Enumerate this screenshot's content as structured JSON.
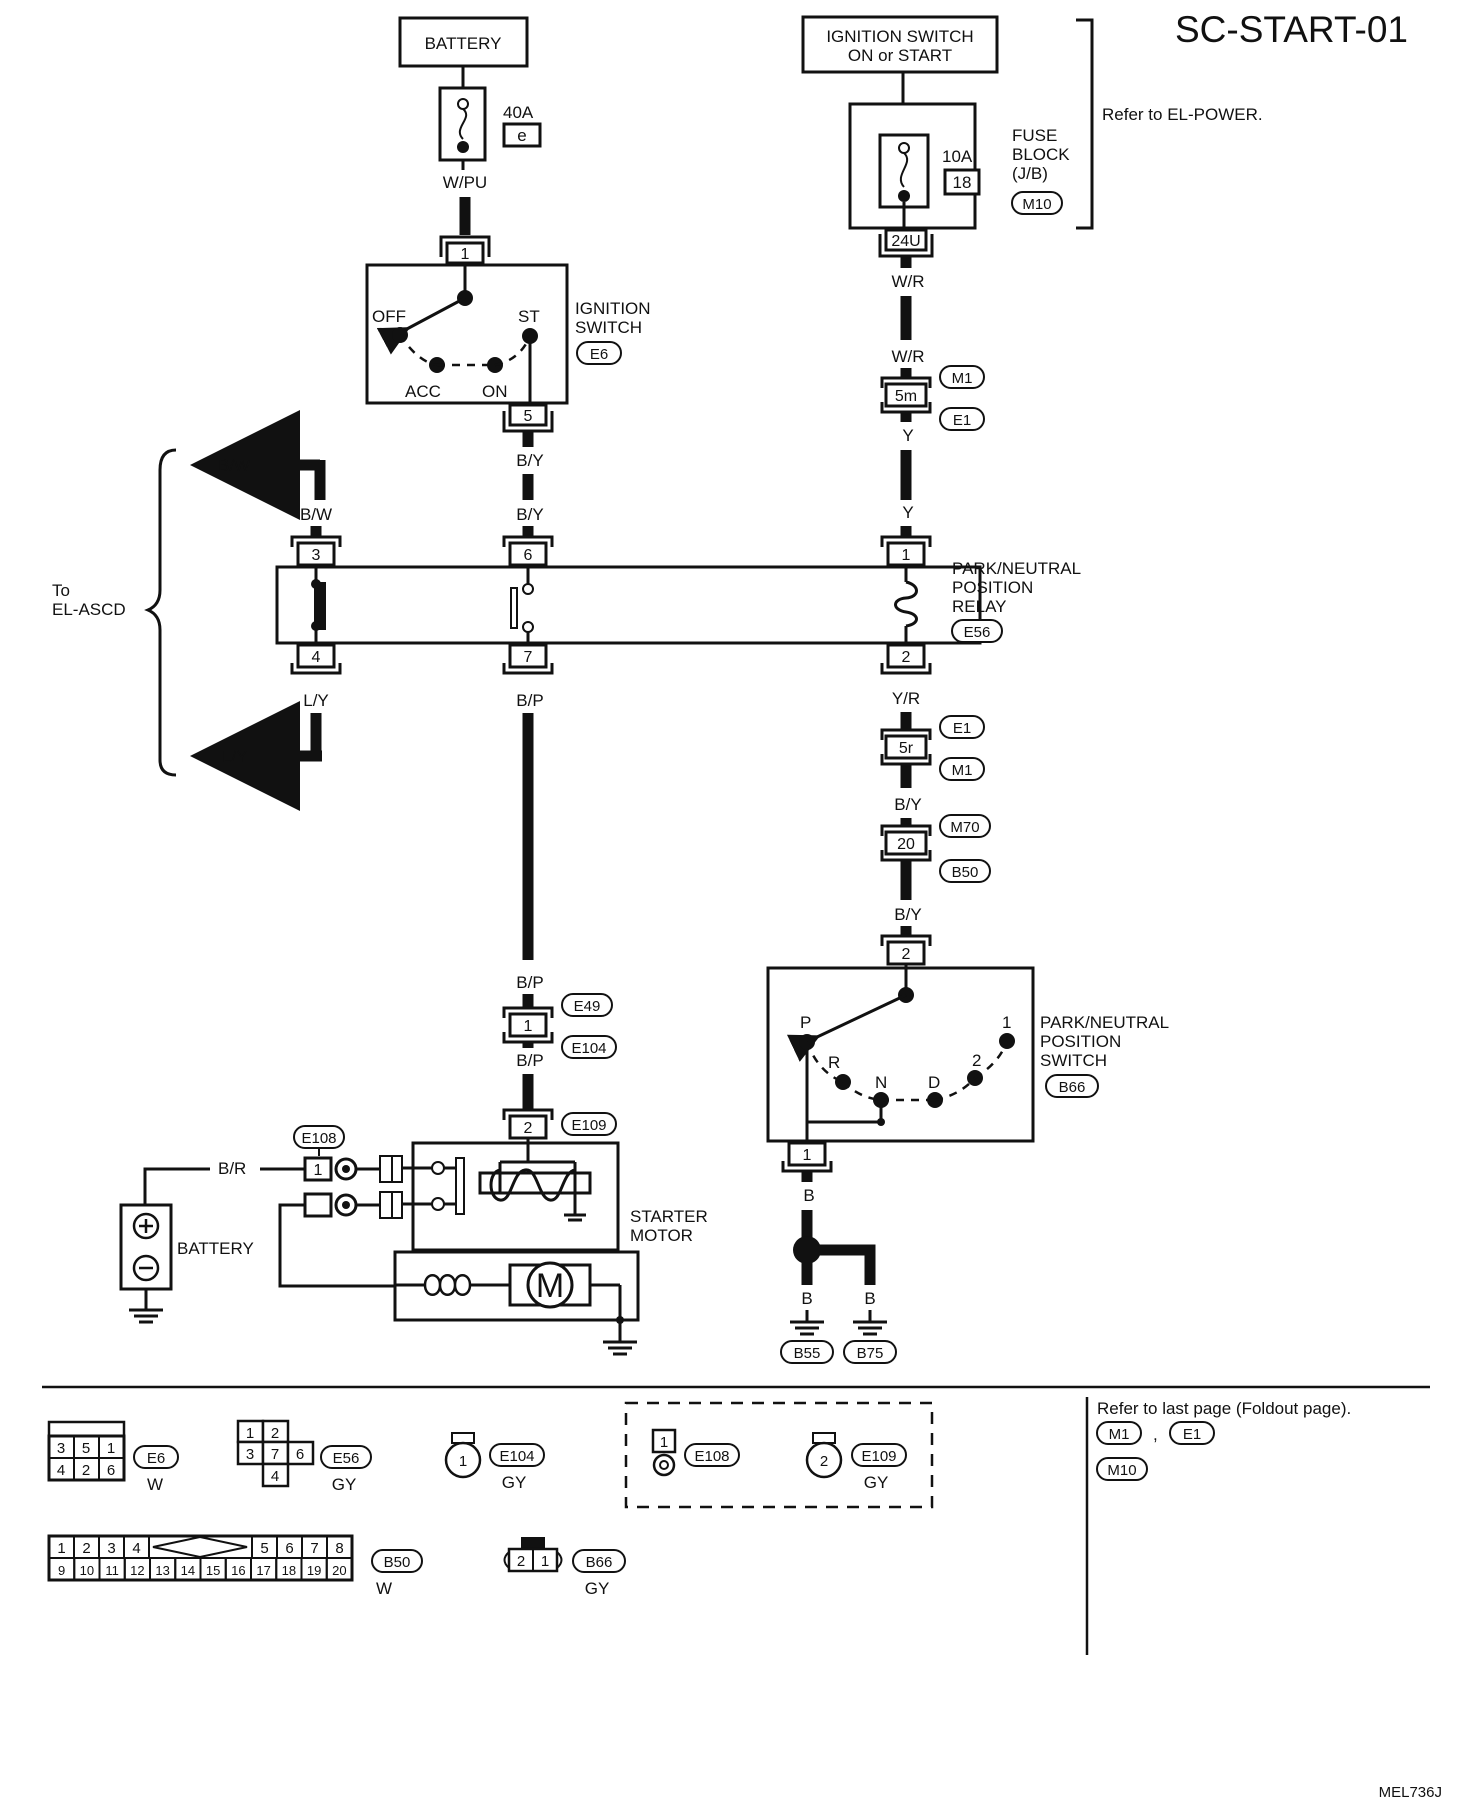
{
  "diagram": {
    "id": "SC-START-01",
    "footer_code": "MEL736J",
    "note_power": "Refer to EL-POWER.",
    "note_foldout": "Refer to last page (Foldout page).",
    "to_ascd": [
      "To",
      "EL-ASCD"
    ],
    "comma": ","
  },
  "components": {
    "battery_top": "BATTERY",
    "fuse_40a": "40A",
    "fuse_e": "e",
    "ign_power": [
      "IGNITION SWITCH",
      "ON or START"
    ],
    "fuse_10a": "10A",
    "fuse_18": "18",
    "fuse_block": [
      "FUSE",
      "BLOCK",
      "(J/B)"
    ],
    "ign_switch": [
      "IGNITION",
      "SWITCH"
    ],
    "ign_off": "OFF",
    "ign_st": "ST",
    "ign_acc": "ACC",
    "ign_on": "ON",
    "relay": [
      "PARK/NEUTRAL",
      "POSITION",
      "RELAY"
    ],
    "pn_switch": [
      "PARK/NEUTRAL",
      "POSITION",
      "SWITCH"
    ],
    "pn_positions": {
      "p": "P",
      "r": "R",
      "n": "N",
      "d": "D",
      "two": "2",
      "one": "1"
    },
    "starter_motor": [
      "STARTER",
      "MOTOR"
    ],
    "battery_left": "BATTERY",
    "motor_m": "M"
  },
  "connectors": {
    "m10": "M10",
    "e6": "E6",
    "m1": "M1",
    "e1": "E1",
    "e56": "E56",
    "m70": "M70",
    "b50": "B50",
    "b66": "B66",
    "e49": "E49",
    "e104": "E104",
    "e109": "E109",
    "e108": "E108",
    "b55": "B55",
    "b75": "B75"
  },
  "pins": {
    "p1": "1",
    "p5": "5",
    "p24u": "24U",
    "p5m": "5m",
    "p3": "3",
    "p6": "6",
    "p4": "4",
    "p7": "7",
    "p2": "2",
    "p5r": "5r",
    "p20": "20"
  },
  "wires": {
    "wpu": "W/PU",
    "wr": "W/R",
    "y": "Y",
    "by": "B/Y",
    "bw": "B/W",
    "ly": "L/Y",
    "bp": "B/P",
    "yr": "Y/R",
    "b": "B",
    "br": "B/R"
  },
  "legend": {
    "e6": {
      "name": "E6",
      "color": "W",
      "cells": [
        "3",
        "5",
        "1",
        "4",
        "2",
        "6"
      ]
    },
    "e56": {
      "name": "E56",
      "color": "GY",
      "cells": [
        "1",
        "2",
        "3",
        "7",
        "6",
        "4"
      ]
    },
    "e104": {
      "name": "E104",
      "color": "GY",
      "pin": "1"
    },
    "e108": {
      "name": "E108",
      "pin": "1"
    },
    "e109": {
      "name": "E109",
      "color": "GY",
      "pin": "2"
    },
    "b50": {
      "name": "B50",
      "color": "W",
      "top": [
        "1",
        "2",
        "3",
        "4",
        "5",
        "6",
        "7",
        "8"
      ],
      "bottom": [
        "9",
        "10",
        "11",
        "12",
        "13",
        "14",
        "15",
        "16",
        "17",
        "18",
        "19",
        "20"
      ]
    },
    "b66": {
      "name": "B66",
      "color": "GY",
      "cells": [
        "2",
        "1"
      ]
    }
  }
}
